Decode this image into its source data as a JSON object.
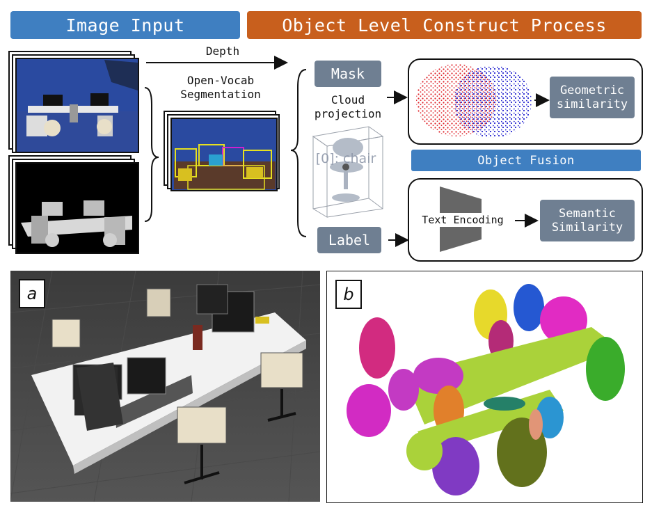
{
  "banners": {
    "image_input": "Image Input",
    "object_level": "Object Level Construct Process",
    "image_input_color": "#3f7fc1",
    "object_level_color": "#c85f1d"
  },
  "labels": {
    "depth": "Depth",
    "segmentation_line1": "Open-Vocab",
    "segmentation_line2": "Segmentation",
    "mask": "Mask",
    "cloud_line1": "Cloud",
    "cloud_line2": "projection",
    "cloud_tag": "[0]: chair",
    "label": "Label",
    "geometric_line1": "Geometric",
    "geometric_line2": "similarity",
    "object_fusion": "Object Fusion",
    "text_encoding": "Text Encoding",
    "semantic_line1": "Semantic",
    "semantic_line2": "Similarity"
  },
  "panels": {
    "a": "a",
    "b": "b"
  },
  "colors": {
    "box_gray": "#6f7f92",
    "fusion_blue": "#3f7fc1",
    "scene_blue": "#2a4aa0",
    "point_red": "#e0262c",
    "point_blue": "#2424d0"
  }
}
